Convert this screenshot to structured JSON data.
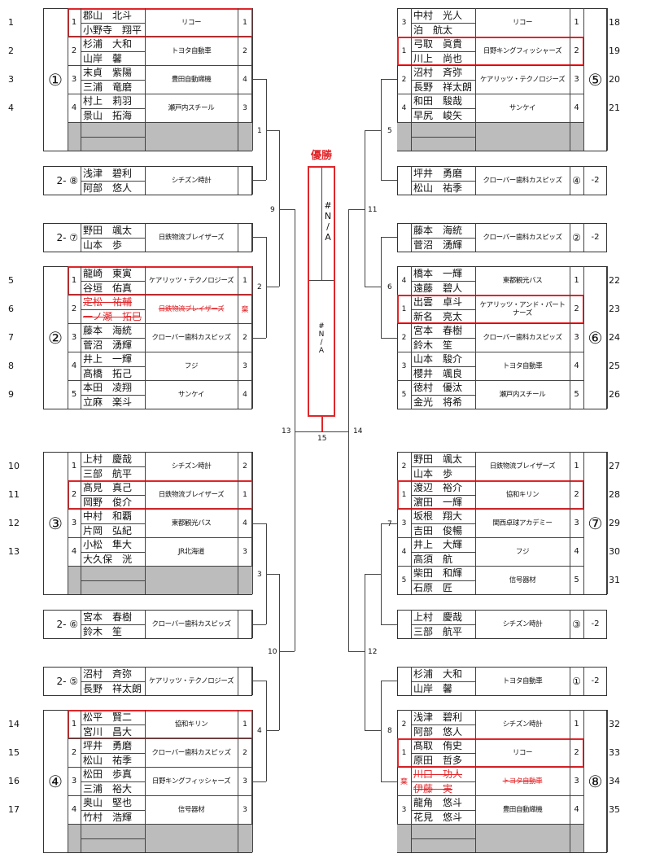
{
  "left": {
    "blocks": [
      {
        "type": "group",
        "group": "①",
        "gray": true,
        "entries": [
          {
            "row_no": "1",
            "rank": "1",
            "p1": "郡山　北斗",
            "p2": "小野寺　翔平",
            "team": "リコー",
            "result": "1",
            "highlight": true
          },
          {
            "row_no": "2",
            "rank": "2",
            "p1": "杉浦　大和",
            "p2": "山岸　馨",
            "team": "トヨタ自動車",
            "result": "2"
          },
          {
            "row_no": "3",
            "rank": "3",
            "p1": "末貞　紫陽",
            "p2": "三浦　竜磨",
            "team": "豊田自動織機",
            "result": "4"
          },
          {
            "row_no": "4",
            "rank": "4",
            "p1": "村上　莉羽",
            "p2": "景山　拓海",
            "team": "瀬戸内スチール",
            "result": "3"
          }
        ]
      },
      {
        "type": "wild",
        "label": "2- ⑧",
        "p1": "浅津　碧利",
        "p2": "阿部　悠人",
        "team": "シチズン時計"
      },
      {
        "type": "wild",
        "label": "2- ⑦",
        "p1": "野田　颯太",
        "p2": "山本　歩",
        "team": "日鉄物流ブレイザーズ"
      },
      {
        "type": "group",
        "group": "②",
        "gray": false,
        "entries": [
          {
            "row_no": "5",
            "rank": "1",
            "p1": "龍崎　東寅",
            "p2": "谷垣　佑真",
            "team": "ケアリッツ・テクノロジーズ",
            "result": "1",
            "highlight": true
          },
          {
            "row_no": "6",
            "rank": "2",
            "p1": "定松　祐輔",
            "p2": "一ノ瀬　拓巳",
            "team": "日鉄物流ブレイザーズ",
            "result": "棄",
            "withdrawn": true
          },
          {
            "row_no": "7",
            "rank": "3",
            "p1": "藤本　海統",
            "p2": "菅沼　湧輝",
            "team": "クローバー歯科カスピッズ",
            "result": "2"
          },
          {
            "row_no": "8",
            "rank": "4",
            "p1": "井上　一輝",
            "p2": "髙橋　拓己",
            "team": "フジ",
            "result": "3"
          },
          {
            "row_no": "9",
            "rank": "5",
            "p1": "本田　凌翔",
            "p2": "立麻　楽斗",
            "team": "サンケイ",
            "result": "4"
          }
        ]
      },
      {
        "type": "group",
        "group": "③",
        "gray": true,
        "entries": [
          {
            "row_no": "10",
            "rank": "1",
            "p1": "上村　慶哉",
            "p2": "三部　航平",
            "team": "シチズン時計",
            "result": "2"
          },
          {
            "row_no": "11",
            "rank": "2",
            "p1": "髙見　真己",
            "p2": "岡野　俊介",
            "team": "日鉄物流ブレイザーズ",
            "result": "1",
            "highlight": true
          },
          {
            "row_no": "12",
            "rank": "3",
            "p1": "中村　和覇",
            "p2": "片岡　弘紀",
            "team": "東都観光バス",
            "result": "4"
          },
          {
            "row_no": "13",
            "rank": "4",
            "p1": "小松　隼大",
            "p2": "大久保　洸",
            "team": "JR北海道",
            "result": "3"
          }
        ]
      },
      {
        "type": "wild",
        "label": "2- ⑥",
        "p1": "宮本　春樹",
        "p2": "鈴木　笙",
        "team": "クローバー歯科カスピッズ"
      },
      {
        "type": "wild",
        "label": "2- ⑤",
        "p1": "沼村　斉弥",
        "p2": "長野　祥太朗",
        "team": "ケアリッツ・テクノロジーズ"
      },
      {
        "type": "group",
        "group": "④",
        "gray": true,
        "entries": [
          {
            "row_no": "14",
            "rank": "1",
            "p1": "松平　賢二",
            "p2": "宮川　昌大",
            "team": "協和キリン",
            "result": "1",
            "highlight": true
          },
          {
            "row_no": "15",
            "rank": "2",
            "p1": "坪井　勇磨",
            "p2": "松山　祐季",
            "team": "クローバー歯科カスピッズ",
            "result": "2"
          },
          {
            "row_no": "16",
            "rank": "3",
            "p1": "松田　歩真",
            "p2": "三浦　裕大",
            "team": "日野キングフィッシャーズ",
            "result": "3"
          },
          {
            "row_no": "17",
            "rank": "4",
            "p1": "奥山　堅也",
            "p2": "竹村　浩輝",
            "team": "信号器材",
            "result": "3"
          }
        ]
      }
    ]
  },
  "right": {
    "blocks": [
      {
        "type": "group",
        "group": "⑤",
        "gray": true,
        "entries": [
          {
            "row_no": "18",
            "rank": "3",
            "p1": "中村　光人",
            "p2": "泊　航太",
            "team": "リコー",
            "result": "1"
          },
          {
            "row_no": "19",
            "rank": "1",
            "p1": "弓取　眞貴",
            "p2": "川上　尚也",
            "team": "日野キングフィッシャーズ",
            "result": "2",
            "highlight": true
          },
          {
            "row_no": "20",
            "rank": "2",
            "p1": "沼村　斉弥",
            "p2": "長野　祥太朗",
            "team": "ケアリッツ・テクノロジーズ",
            "result": "3"
          },
          {
            "row_no": "21",
            "rank": "4",
            "p1": "和田　駿哉",
            "p2": "早尻　峻矢",
            "team": "サンケイ",
            "result": "4"
          }
        ]
      },
      {
        "type": "wild",
        "label": "④",
        "suffix": "-2",
        "p1": "坪井　勇磨",
        "p2": "松山　祐季",
        "team": "クローバー歯科カスピッズ"
      },
      {
        "type": "wild",
        "label": "②",
        "suffix": "-2",
        "p1": "藤本　海統",
        "p2": "菅沼　湧輝",
        "team": "クローバー歯科カスピッズ"
      },
      {
        "type": "group",
        "group": "⑥",
        "gray": false,
        "entries": [
          {
            "row_no": "22",
            "rank": "4",
            "p1": "橋本　一輝",
            "p2": "遠藤　碧人",
            "team": "東都観光バス",
            "result": "1"
          },
          {
            "row_no": "23",
            "rank": "1",
            "p1": "出雲　卓斗",
            "p2": "新名　亮太",
            "team": "ケアリッツ・アンド・パートナーズ",
            "result": "2",
            "highlight": true
          },
          {
            "row_no": "24",
            "rank": "2",
            "p1": "宮本　春樹",
            "p2": "鈴木　笙",
            "team": "クローバー歯科カスピッズ",
            "result": "3"
          },
          {
            "row_no": "25",
            "rank": "3",
            "p1": "山本　駿介",
            "p2": "櫻井　颯良",
            "team": "トヨタ自動車",
            "result": "4"
          },
          {
            "row_no": "26",
            "rank": "5",
            "p1": "徳村　優汰",
            "p2": "金光　将希",
            "team": "瀬戸内スチール",
            "result": "5"
          }
        ]
      },
      {
        "type": "group",
        "group": "⑦",
        "gray": false,
        "entries": [
          {
            "row_no": "27",
            "rank": "2",
            "p1": "野田　颯太",
            "p2": "山本　歩",
            "team": "日鉄物流ブレイザーズ",
            "result": "1"
          },
          {
            "row_no": "28",
            "rank": "1",
            "p1": "渡辺　裕介",
            "p2": "濵田　一輝",
            "team": "協和キリン",
            "result": "2",
            "highlight": true
          },
          {
            "row_no": "29",
            "rank": "3",
            "p1": "坂根　翔大",
            "p2": "吉田　俊暢",
            "team": "関西卓球アカデミー",
            "result": "3"
          },
          {
            "row_no": "30",
            "rank": "4",
            "p1": "井上　大輝",
            "p2": "高須　航",
            "team": "フジ",
            "result": "4"
          },
          {
            "row_no": "31",
            "rank": "5",
            "p1": "柴田　和輝",
            "p2": "石原　匠",
            "team": "信号器材",
            "result": "5"
          }
        ]
      },
      {
        "type": "wild",
        "label": "③",
        "suffix": "-2",
        "p1": "上村　慶哉",
        "p2": "三部　航平",
        "team": "シチズン時計"
      },
      {
        "type": "wild",
        "label": "①",
        "suffix": "-2",
        "p1": "杉浦　大和",
        "p2": "山岸　馨",
        "team": "トヨタ自動車"
      },
      {
        "type": "group",
        "group": "⑧",
        "gray": true,
        "entries": [
          {
            "row_no": "32",
            "rank": "2",
            "p1": "浅津　碧利",
            "p2": "阿部　悠人",
            "team": "シチズン時計",
            "result": "1"
          },
          {
            "row_no": "33",
            "rank": "1",
            "p1": "髙取　侑史",
            "p2": "原田　哲多",
            "team": "リコー",
            "result": "2",
            "highlight": true
          },
          {
            "row_no": "34",
            "rank": "棄",
            "p1": "川口　功人",
            "p2": "伊藤　実",
            "team": "トヨタ自動車",
            "result": "3",
            "withdrawn": true
          },
          {
            "row_no": "35",
            "rank": "3",
            "p1": "龍角　悠斗",
            "p2": "花見　悠斗",
            "team": "豊田自動織機",
            "result": "4"
          }
        ]
      }
    ]
  },
  "bracket": {
    "champion_label": "優勝",
    "champion_top": "#N/A",
    "champion_bottom": "#N/A",
    "labels": {
      "m1": "1",
      "m2": "2",
      "m3": "3",
      "m4": "4",
      "m5": "5",
      "m6": "6",
      "m7": "7",
      "m8": "8",
      "m9": "9",
      "m10": "10",
      "m11": "11",
      "m12": "12",
      "m13": "13",
      "m14": "14",
      "m15": "15"
    },
    "colors": {
      "highlight": "#e0262a",
      "gray": "#bcbcbc"
    }
  }
}
